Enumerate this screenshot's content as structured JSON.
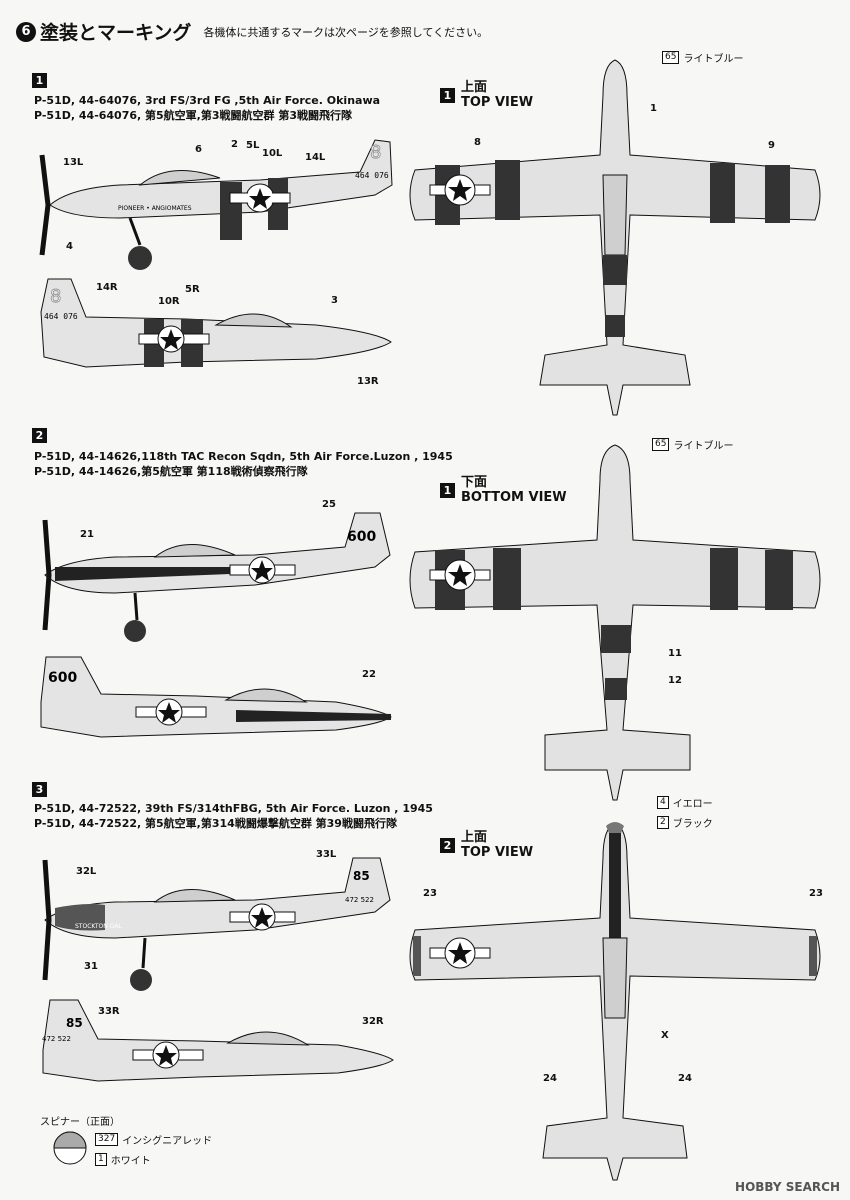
{
  "header": {
    "number": "6",
    "title": "塗装とマーキング",
    "note": "各機体に共通するマークは次ページを参照してください。"
  },
  "sections": [
    {
      "number": "1",
      "caption_en": "P-51D, 44-64076, 3rd FS/3rd FG ,5th Air Force. Okinawa",
      "caption_jp": "P-51D, 44-64076, 第5航空軍,第3戦闘航空群 第3戦闘飛行隊",
      "tail_code": "464 076",
      "nose_art": "PIONEER • ANGIOMATES"
    },
    {
      "number": "2",
      "caption_en": "P-51D, 44-14626,118th TAC Recon Sqdn, 5th Air Force.Luzon , 1945",
      "caption_jp": "P-51D, 44-14626,第5航空軍 第118戦術偵察飛行隊",
      "tail_code": "600"
    },
    {
      "number": "3",
      "caption_en": "P-51D, 44-72522, 39th FS/314thFBG,  5th Air Force. Luzon , 1945",
      "caption_jp": "P-51D, 44-72522, 第5航空軍,第314戦闘爆撃航空群 第39戦闘飛行隊",
      "tail_code_top": "85",
      "tail_code_bottom": "472 522",
      "nose_art": "STOCKTON GAL"
    }
  ],
  "views": [
    {
      "number": "1",
      "jp": "上面",
      "en": "TOP VIEW"
    },
    {
      "number": "1",
      "jp": "下面",
      "en": "BOTTOM VIEW"
    },
    {
      "number": "2",
      "jp": "上面",
      "en": "TOP VIEW"
    }
  ],
  "paints": {
    "light_blue": {
      "code": "65",
      "name": "ライトブルー"
    },
    "light_blue_2": {
      "code": "65",
      "name": "ライトブルー"
    },
    "yellow": {
      "code": "4",
      "name": "イエロー"
    },
    "black": {
      "code": "2",
      "name": "ブラック"
    },
    "insignia_red": {
      "code": "327",
      "name": "インシグニアレッド"
    },
    "white": {
      "code": "1",
      "name": "ホワイト"
    }
  },
  "spinner_label": "スピナー（正面）",
  "callouts": {
    "s1": [
      "13L",
      "6",
      "2",
      "5L",
      "10L",
      "14L",
      "4",
      "14R",
      "10R",
      "5R",
      "3",
      "13R"
    ],
    "v1": [
      "1",
      "8",
      "9"
    ],
    "s2": [
      "21",
      "25",
      "22"
    ],
    "v2": [
      "11",
      "12"
    ],
    "s3": [
      "32L",
      "33L",
      "31",
      "33R",
      "32R"
    ],
    "v3": [
      "23",
      "23",
      "X",
      "24",
      "24"
    ]
  },
  "watermark": "HOBBY SEARCH",
  "colors": {
    "ink": "#111111",
    "stripe": "#333333",
    "skin": "#e2e2e2",
    "paper": "#f7f7f5"
  }
}
